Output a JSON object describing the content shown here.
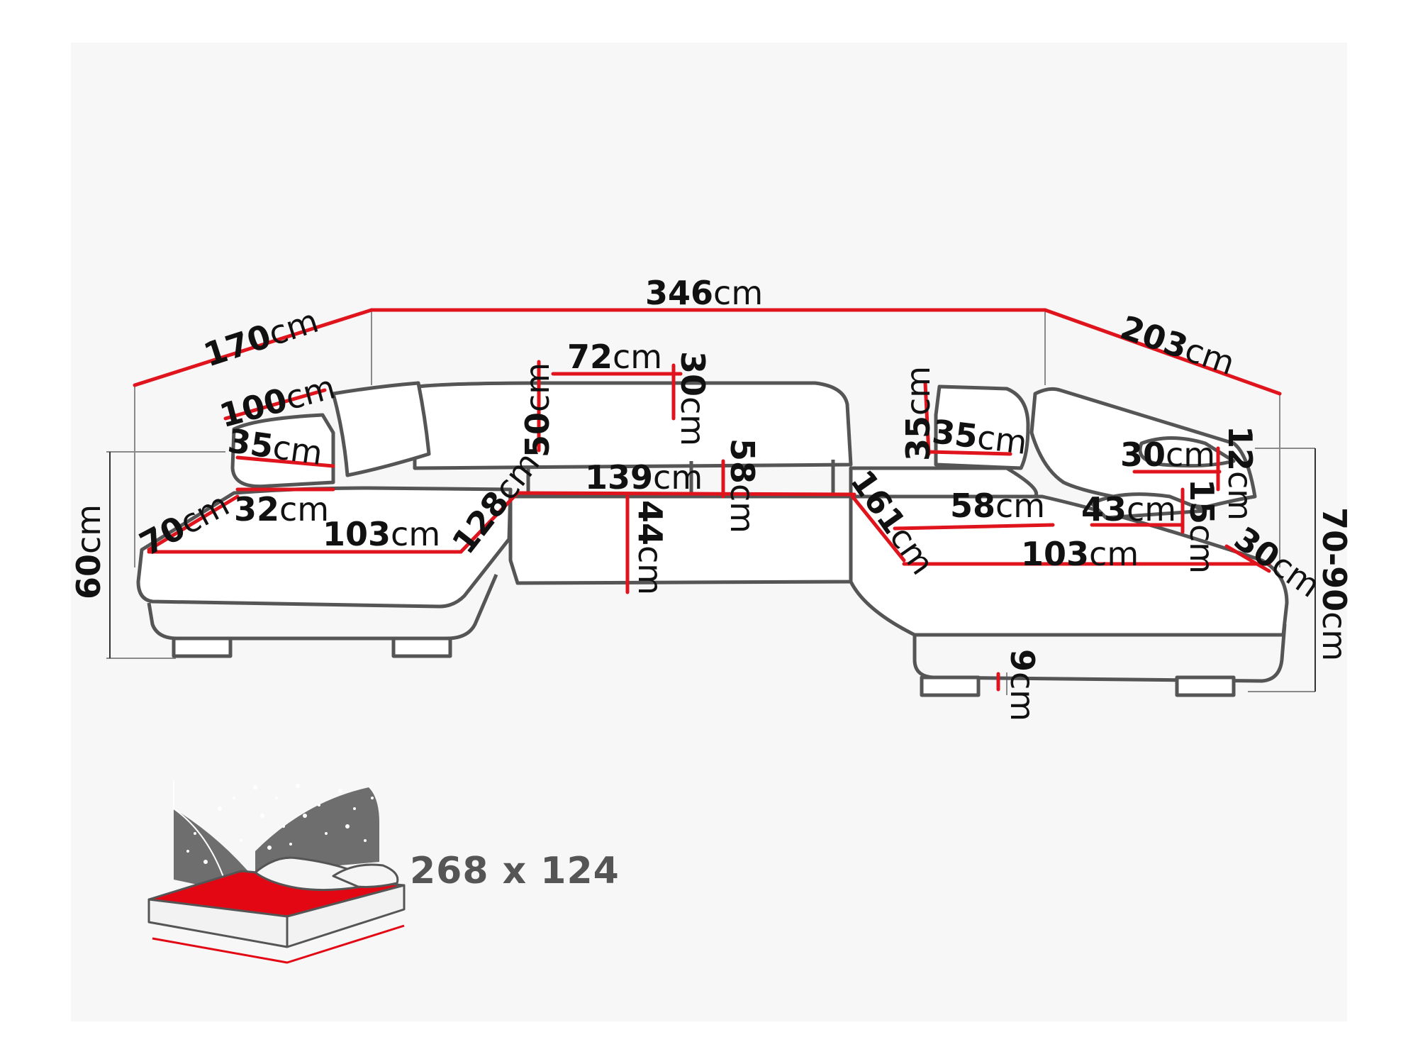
{
  "unit": "cm",
  "colors": {
    "measure_line": "#e0141c",
    "outline": "#555555",
    "guide": "#888888",
    "bed_fill": "#e30613",
    "night_sky": "#6e6e6e"
  },
  "dimensions": {
    "overall_width": "346",
    "left_depth": "170",
    "right_depth": "203",
    "left_armrest_length": "100",
    "left_armrest_height": "35",
    "left_armrest_width": "32",
    "left_chaise_width": "70",
    "left_chaise_length": "103",
    "left_seat_diagonal": "128",
    "left_height": "60",
    "headrest_width": "72",
    "headrest_depth": "30",
    "backrest_height": "50",
    "middle_seat_width": "139",
    "middle_seat_depth": "58",
    "seat_height": "44",
    "right_armrest_height": "35",
    "right_armrest_depth": "35",
    "right_seat_diagonal": "161",
    "right_seat_depth": "58",
    "right_chaise_length": "103",
    "right_armrest_seat_width": "43",
    "right_armrest_width": "30",
    "right_armrest_thickness": "12",
    "right_armrest_gap": "15",
    "right_chaise_width": "30",
    "height_range": "70-90",
    "leg_height": "9"
  },
  "bed": {
    "size": "268 x 124"
  }
}
